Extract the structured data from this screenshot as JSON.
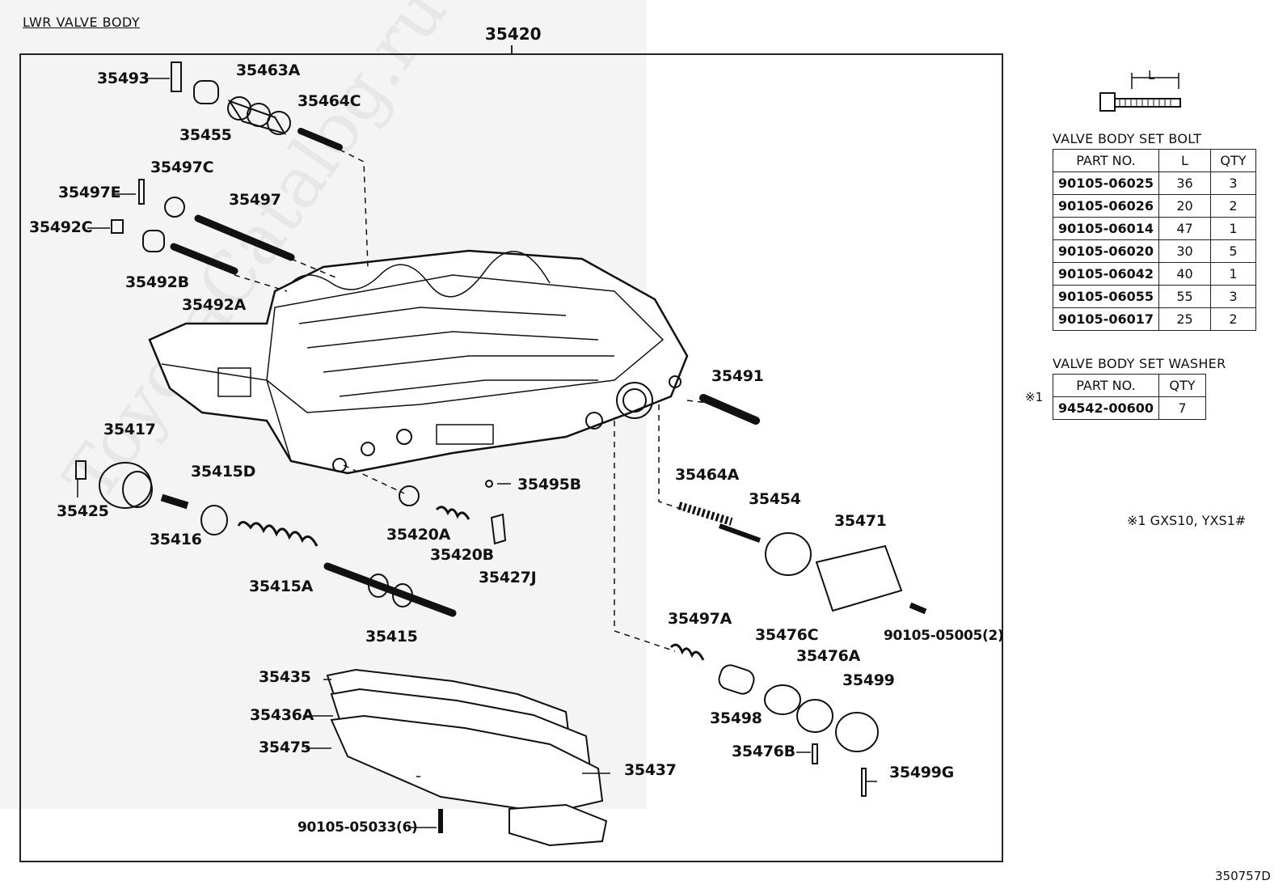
{
  "section_title": "LWR VALVE BODY",
  "assembly_part": "35420",
  "watermark": "ToyotaCatalog.ru",
  "figure_number": "350757D",
  "labels": {
    "p35493": "35493",
    "p35463A": "35463A",
    "p35464C": "35464C",
    "p35455": "35455",
    "p35497C": "35497C",
    "p35497E": "35497E",
    "p35497": "35497",
    "p35492C": "35492C",
    "p35492B": "35492B",
    "p35492A": "35492A",
    "p35491": "35491",
    "p35417": "35417",
    "p35425": "35425",
    "p35415D": "35415D",
    "p35416": "35416",
    "p35495B": "35495B",
    "p35420A": "35420A",
    "p35420B": "35420B",
    "p35427J": "35427J",
    "p35415A": "35415A",
    "p35415": "35415",
    "p35464A": "35464A",
    "p35454": "35454",
    "p35471": "35471",
    "p90105_05005": "90105-05005(2)",
    "p35497A": "35497A",
    "p35476C": "35476C",
    "p35476A": "35476A",
    "p35499": "35499",
    "p35498": "35498",
    "p35476B": "35476B",
    "p35499G": "35499G",
    "p35435": "35435",
    "p35436A": "35436A",
    "p35475": "35475",
    "p35437": "35437",
    "p90105_05033": "90105-05033(6)"
  },
  "bolt_dimension_label": "L",
  "bolt_table": {
    "title": "VALVE BODY SET BOLT",
    "headers": [
      "PART NO.",
      "L",
      "QTY"
    ],
    "rows": [
      {
        "part": "90105-06025",
        "l": "36",
        "qty": "3"
      },
      {
        "part": "90105-06026",
        "l": "20",
        "qty": "2"
      },
      {
        "part": "90105-06014",
        "l": "47",
        "qty": "1"
      },
      {
        "part": "90105-06020",
        "l": "30",
        "qty": "5"
      },
      {
        "part": "90105-06042",
        "l": "40",
        "qty": "1"
      },
      {
        "part": "90105-06055",
        "l": "55",
        "qty": "3"
      },
      {
        "part": "90105-06017",
        "l": "25",
        "qty": "2"
      }
    ]
  },
  "washer_table": {
    "title": "VALVE BODY SET WASHER",
    "mark": "※1",
    "headers": [
      "PART NO.",
      "QTY"
    ],
    "rows": [
      {
        "part": "94542-00600",
        "qty": "7"
      }
    ]
  },
  "footnote": "※1  GXS10, YXS1#"
}
